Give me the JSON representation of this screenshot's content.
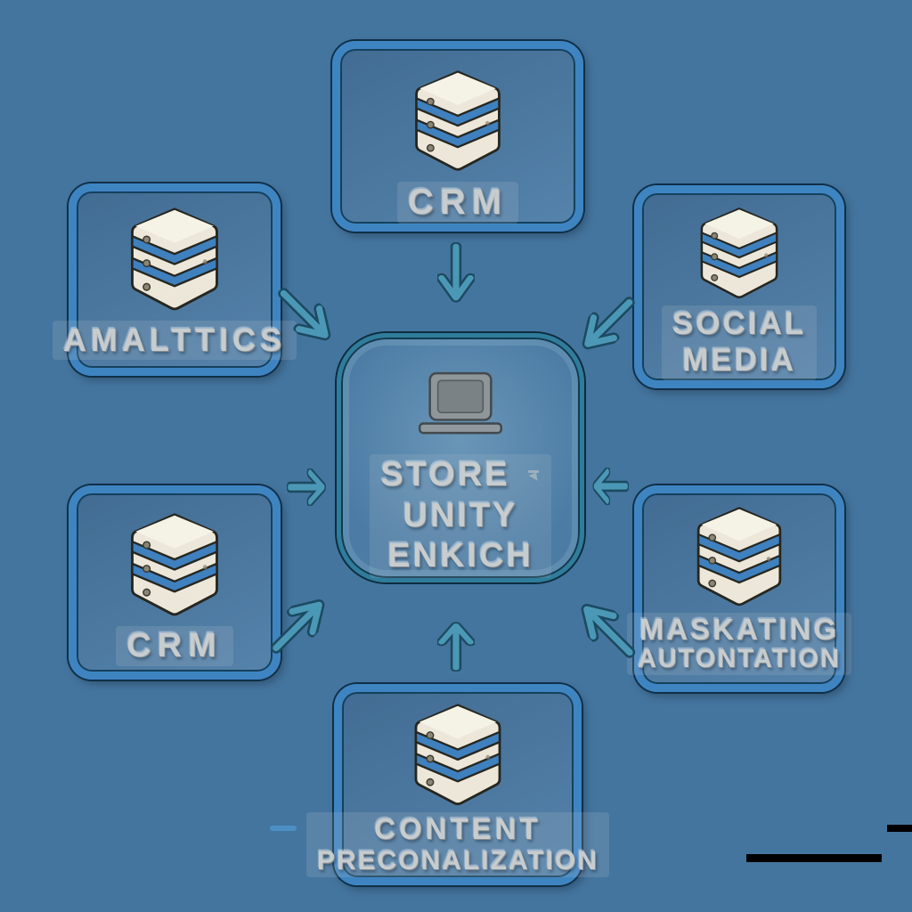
{
  "diagram": {
    "center_node": {
      "icon": "laptop-icon",
      "lines": [
        "STORE",
        "UNITY",
        "ENKICH"
      ]
    },
    "nodes": [
      {
        "id": "crm-top",
        "icon": "database-icon",
        "lines": [
          "CRM"
        ]
      },
      {
        "id": "analytics",
        "icon": "database-icon",
        "lines": [
          "AMALTTICS"
        ]
      },
      {
        "id": "social-media",
        "icon": "database-icon",
        "lines": [
          "SOCIAL",
          "MEDIA"
        ]
      },
      {
        "id": "crm-left",
        "icon": "database-icon",
        "lines": [
          "CRM"
        ]
      },
      {
        "id": "marketing-automation",
        "icon": "database-icon",
        "lines": [
          "MASKATING",
          "AUTONTATION"
        ]
      },
      {
        "id": "content-personalization",
        "icon": "database-icon",
        "lines": [
          "CONTENT",
          "PRECONALIZATION"
        ]
      }
    ],
    "arrows": [
      {
        "from": "crm-top",
        "to": "center",
        "direction": "down"
      },
      {
        "from": "analytics",
        "to": "center",
        "direction": "down-right"
      },
      {
        "from": "social-media",
        "to": "center",
        "direction": "down-left"
      },
      {
        "from": "crm-left",
        "to": "center",
        "direction": "right"
      },
      {
        "from": "marketing-automation",
        "to": "center",
        "direction": "left"
      },
      {
        "from": "crm-left",
        "to": "center",
        "direction": "up-right"
      },
      {
        "from": "content-personalization",
        "to": "center",
        "direction": "up"
      },
      {
        "from": "marketing-automation",
        "to": "center",
        "direction": "up-left"
      }
    ],
    "colors": {
      "box_border": "#3e84c1",
      "center_border": "#2f7c9b",
      "arrow": "#4b98b6",
      "icon_band": "#3f80be",
      "icon_body": "#ece7d9",
      "label_text": "#c7ccce",
      "background_blue": "#4a7dab",
      "background_edge": "#000000"
    }
  }
}
